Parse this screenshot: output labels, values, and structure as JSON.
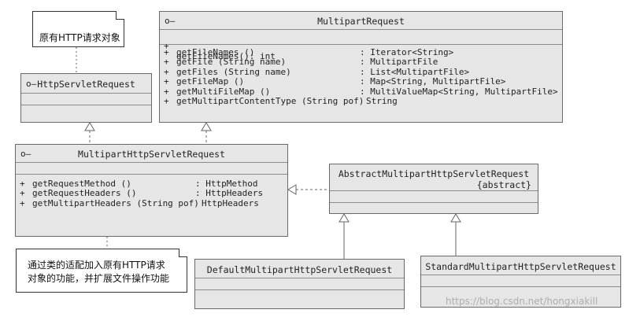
{
  "notes": {
    "original": "原有HTTP请求对象",
    "adapter_line1": "通过类的适配加入原有HTTP请求",
    "adapter_line2": "对象的功能，并扩展文件操作功能"
  },
  "multipart_request": {
    "title": "MultipartRequest",
    "attr": {
      "sign": "+",
      "text": "getFileNames(): int"
    },
    "methods": [
      {
        "sign": "+",
        "name": "getFileNames ()",
        "type": ": Iterator<String>"
      },
      {
        "sign": "+",
        "name": "getFile (String name)",
        "type": ": MultipartFile"
      },
      {
        "sign": "+",
        "name": "getFiles (String name)",
        "type": ": List<MultipartFile>"
      },
      {
        "sign": "+",
        "name": "getFileMap ()",
        "type": ": Map<String, MultipartFile>"
      },
      {
        "sign": "+",
        "name": "getMultiFileMap ()",
        "type": ": MultiValueMap<String, MultipartFile>"
      },
      {
        "sign": "+",
        "name": "getMultipartContentType (String pof)",
        "type": "String"
      }
    ]
  },
  "http_servlet_request": {
    "title": "HttpServletRequest"
  },
  "multipart_http_servlet_request": {
    "title": "MultipartHttpServletRequest",
    "methods": [
      {
        "sign": "+",
        "name": "getRequestMethod ()",
        "type": ": HttpMethod"
      },
      {
        "sign": "+",
        "name": "getRequestHeaders ()",
        "type": ": HttpHeaders"
      },
      {
        "sign": "+",
        "name": "getMultipartHeaders (String pof)",
        "type": "HttpHeaders"
      }
    ]
  },
  "abstract_multipart": {
    "title": "AbstractMultipartHttpServletRequest",
    "stereotype": "{abstract}"
  },
  "default_multipart": {
    "title": "DefaultMultipartHttpServletRequest"
  },
  "standard_multipart": {
    "title": "StandardMultipartHttpServletRequest"
  },
  "icons": {
    "interface": "lollipop-interface-icon"
  },
  "watermark": "https://blog.csdn.net/hongxiakill"
}
